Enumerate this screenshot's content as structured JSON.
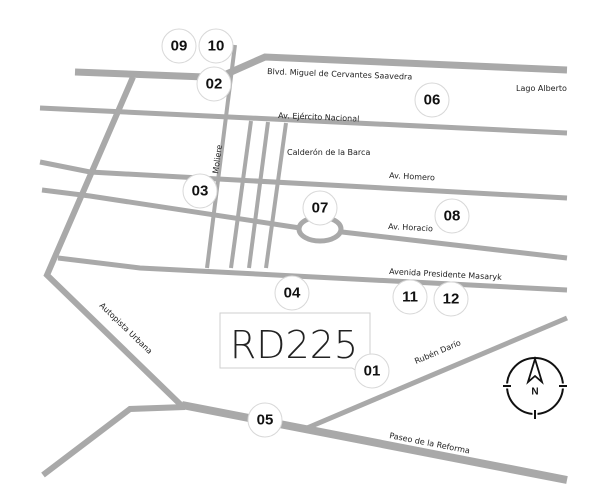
{
  "title": "RD225",
  "streets": {
    "cervantes": "Blvd. Miguel de Cervantes Saavedra",
    "lago": "Lago Alberto",
    "ejercito": "Av. Ejército Nacional",
    "calderon": "Calderón de la Barca",
    "moliere": "Moliere",
    "homero": "Av. Homero",
    "horacio": "Av. Horacio",
    "masaryk": "Avenida Presidente Masaryk",
    "autopista": "Autopista Urbana",
    "ruben": "Rubén Darío",
    "reforma": "Paseo de la Reforma"
  },
  "markers": [
    "01",
    "02",
    "03",
    "04",
    "05",
    "06",
    "07",
    "08",
    "09",
    "10",
    "11",
    "12"
  ],
  "compass": {
    "label": "N"
  },
  "colors": {
    "road": "#a9a9a9",
    "text": "#111111"
  }
}
